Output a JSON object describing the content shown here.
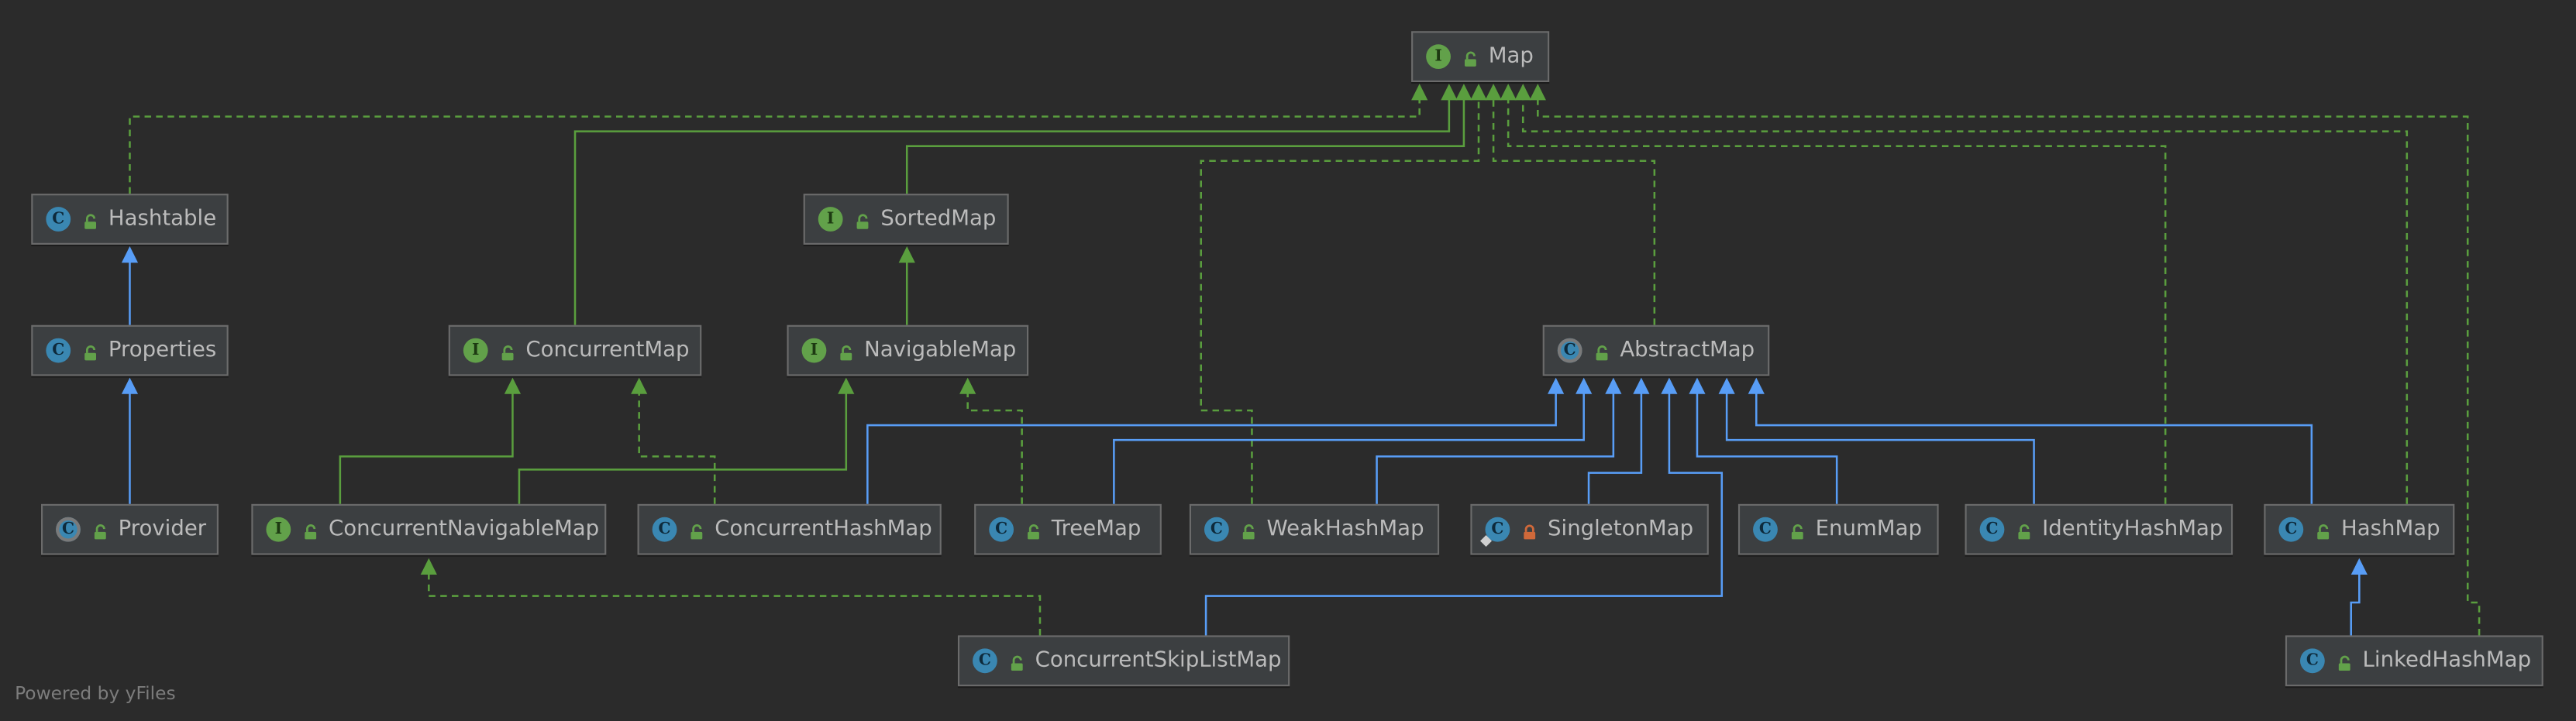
{
  "colors": {
    "background": "#2b2b2b",
    "extends_line": "#589df6",
    "implements_line": "#5a9e3e",
    "interface_icon": "#62a14a",
    "class_icon": "#3a87b2",
    "node_bg": "#3c3f41",
    "node_border": "#6b6b6b",
    "text": "#bbbbbb"
  },
  "legend_icons": {
    "interface": "interface-icon",
    "class": "class-icon",
    "abstract_class": "abstract-class-icon",
    "public": "open-lock-icon",
    "package_private": "locked-lock-icon"
  },
  "nodes": [
    {
      "id": "map",
      "name": "Map",
      "kind": "interface",
      "kind_letter": "I",
      "access": "public"
    },
    {
      "id": "hashtable",
      "name": "Hashtable",
      "kind": "class",
      "kind_letter": "C",
      "access": "public"
    },
    {
      "id": "sortedmap",
      "name": "SortedMap",
      "kind": "interface",
      "kind_letter": "I",
      "access": "public"
    },
    {
      "id": "properties",
      "name": "Properties",
      "kind": "class",
      "kind_letter": "C",
      "access": "public"
    },
    {
      "id": "concurrentmap",
      "name": "ConcurrentMap",
      "kind": "interface",
      "kind_letter": "I",
      "access": "public"
    },
    {
      "id": "navigablemap",
      "name": "NavigableMap",
      "kind": "interface",
      "kind_letter": "I",
      "access": "public"
    },
    {
      "id": "abstractmap",
      "name": "AbstractMap",
      "kind": "abstract",
      "kind_letter": "C",
      "access": "public"
    },
    {
      "id": "provider",
      "name": "Provider",
      "kind": "abstract",
      "kind_letter": "C",
      "access": "public"
    },
    {
      "id": "concurrentnavigablemap",
      "name": "ConcurrentNavigableMap",
      "kind": "interface",
      "kind_letter": "I",
      "access": "public"
    },
    {
      "id": "concurrenthashmap",
      "name": "ConcurrentHashMap",
      "kind": "class",
      "kind_letter": "C",
      "access": "public"
    },
    {
      "id": "treemap",
      "name": "TreeMap",
      "kind": "class",
      "kind_letter": "C",
      "access": "public"
    },
    {
      "id": "weakhashmap",
      "name": "WeakHashMap",
      "kind": "class",
      "kind_letter": "C",
      "access": "public"
    },
    {
      "id": "singletonmap",
      "name": "SingletonMap",
      "kind": "class-finalized",
      "kind_letter": "C",
      "access": "package-private"
    },
    {
      "id": "enummap",
      "name": "EnumMap",
      "kind": "class",
      "kind_letter": "C",
      "access": "public"
    },
    {
      "id": "identityhashmap",
      "name": "IdentityHashMap",
      "kind": "class",
      "kind_letter": "C",
      "access": "public"
    },
    {
      "id": "hashmap",
      "name": "HashMap",
      "kind": "class",
      "kind_letter": "C",
      "access": "public"
    },
    {
      "id": "concurrentskiplistmap",
      "name": "ConcurrentSkipListMap",
      "kind": "class",
      "kind_letter": "C",
      "access": "public"
    },
    {
      "id": "linkedhashmap",
      "name": "LinkedHashMap",
      "kind": "class",
      "kind_letter": "C",
      "access": "public"
    }
  ],
  "edges": [
    {
      "from": "hashtable",
      "to": "map",
      "type": "implements"
    },
    {
      "from": "concurrentmap",
      "to": "map",
      "type": "extends-interface"
    },
    {
      "from": "sortedmap",
      "to": "map",
      "type": "extends-interface"
    },
    {
      "from": "weakhashmap",
      "to": "map",
      "type": "implements"
    },
    {
      "from": "abstractmap",
      "to": "map",
      "type": "implements"
    },
    {
      "from": "identityhashmap",
      "to": "map",
      "type": "implements"
    },
    {
      "from": "hashmap",
      "to": "map",
      "type": "implements"
    },
    {
      "from": "linkedhashmap",
      "to": "map",
      "type": "implements"
    },
    {
      "from": "properties",
      "to": "hashtable",
      "type": "extends"
    },
    {
      "from": "provider",
      "to": "properties",
      "type": "extends"
    },
    {
      "from": "navigablemap",
      "to": "sortedmap",
      "type": "extends-interface"
    },
    {
      "from": "concurrentnavigablemap",
      "to": "concurrentmap",
      "type": "extends-interface"
    },
    {
      "from": "concurrentnavigablemap",
      "to": "navigablemap",
      "type": "extends-interface"
    },
    {
      "from": "concurrenthashmap",
      "to": "concurrentmap",
      "type": "implements"
    },
    {
      "from": "treemap",
      "to": "navigablemap",
      "type": "implements"
    },
    {
      "from": "concurrenthashmap",
      "to": "abstractmap",
      "type": "extends"
    },
    {
      "from": "treemap",
      "to": "abstractmap",
      "type": "extends"
    },
    {
      "from": "weakhashmap",
      "to": "abstractmap",
      "type": "extends"
    },
    {
      "from": "singletonmap",
      "to": "abstractmap",
      "type": "extends"
    },
    {
      "from": "concurrentskiplistmap",
      "to": "abstractmap",
      "type": "extends"
    },
    {
      "from": "enummap",
      "to": "abstractmap",
      "type": "extends"
    },
    {
      "from": "identityhashmap",
      "to": "abstractmap",
      "type": "extends"
    },
    {
      "from": "hashmap",
      "to": "abstractmap",
      "type": "extends"
    },
    {
      "from": "linkedhashmap",
      "to": "hashmap",
      "type": "extends"
    },
    {
      "from": "concurrentskiplistmap",
      "to": "concurrentnavigablemap",
      "type": "implements"
    }
  ],
  "footer": "Powered by yFiles"
}
